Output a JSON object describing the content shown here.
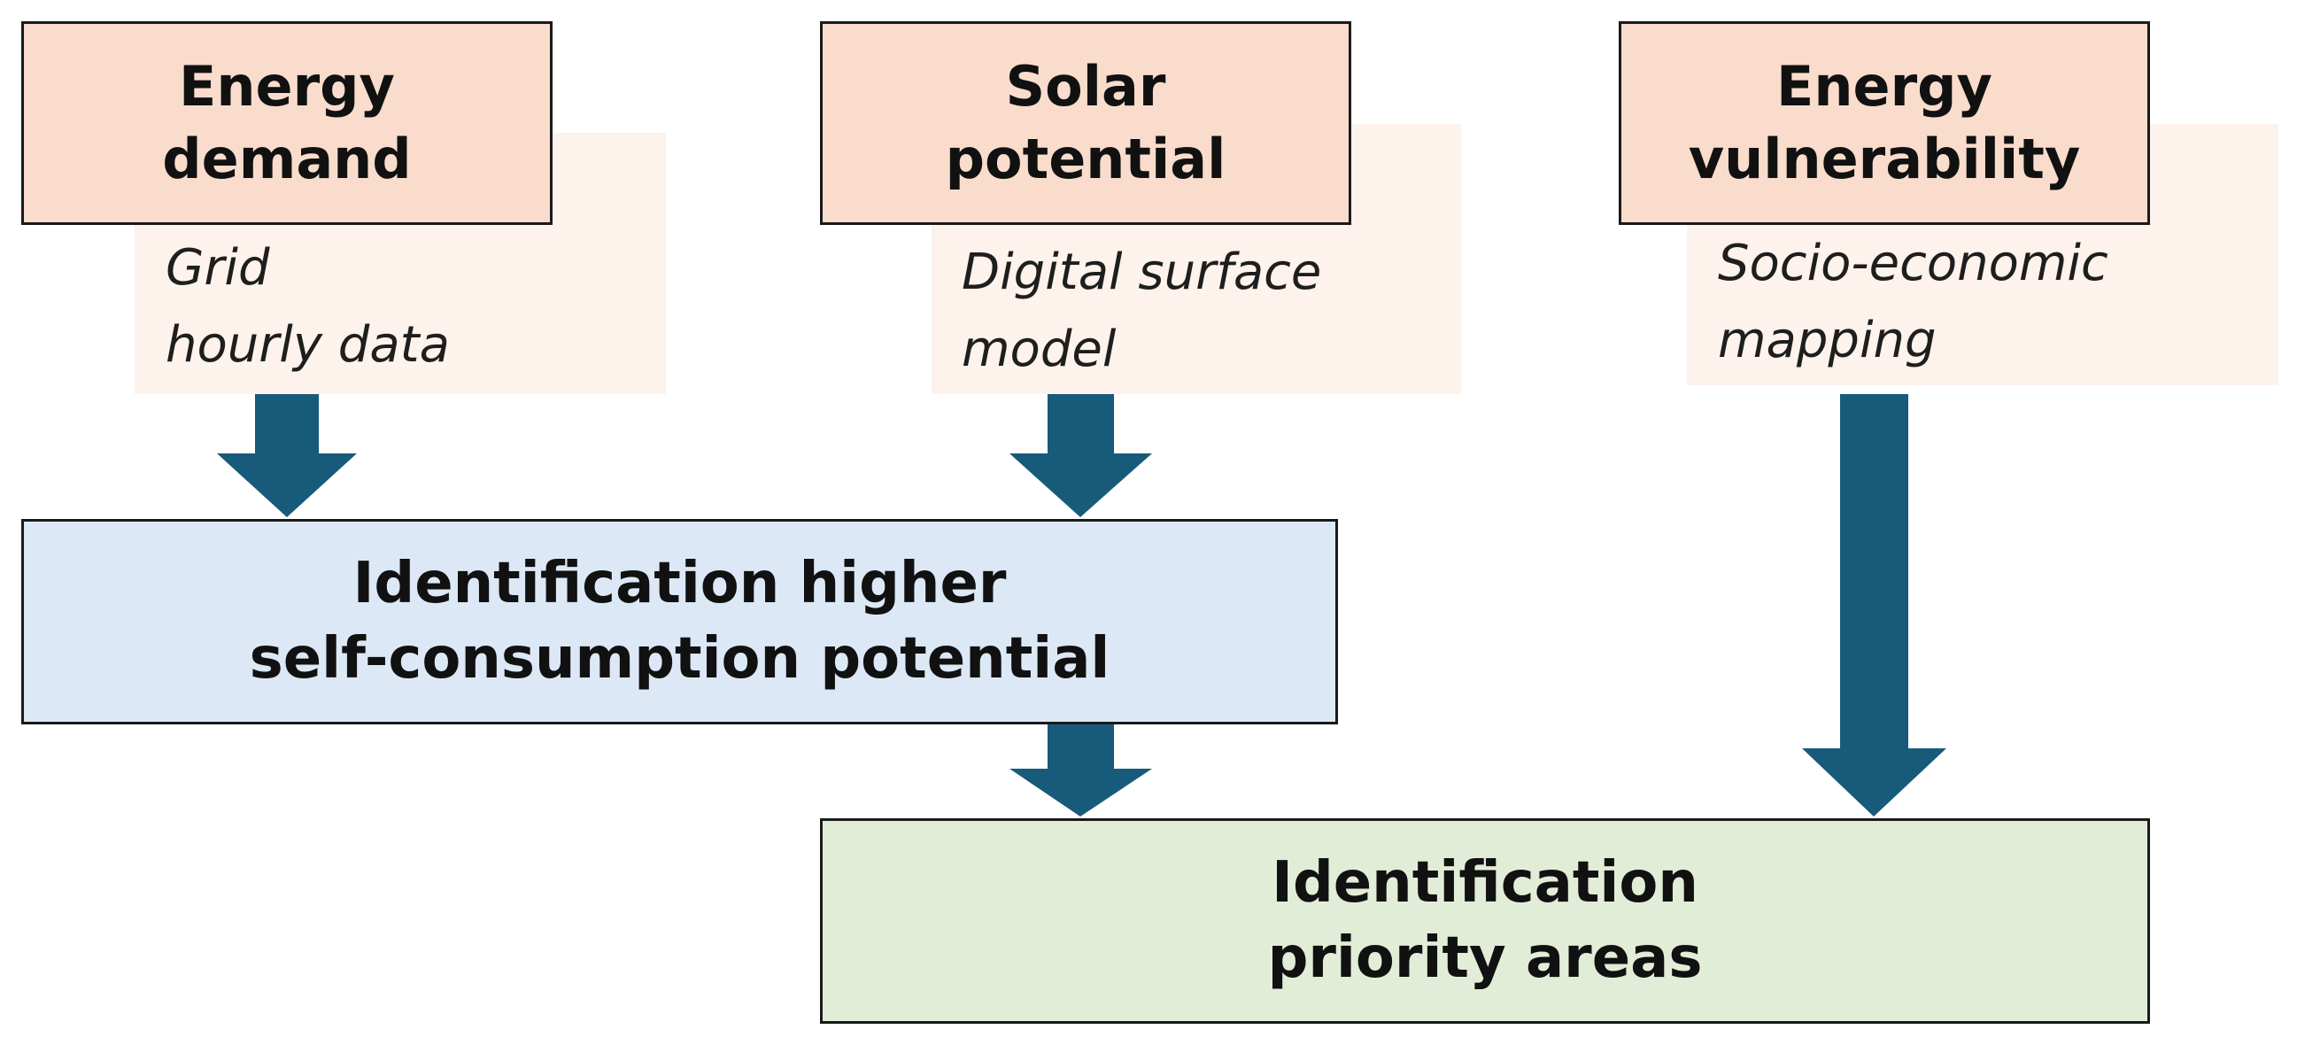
{
  "diagram": {
    "sources": [
      {
        "title_line1": "Energy",
        "title_line2": "demand",
        "note_line1": "Grid",
        "note_line2": "hourly data"
      },
      {
        "title_line1": "Solar",
        "title_line2": "potential",
        "note_line1": "Digital surface",
        "note_line2": "model"
      },
      {
        "title_line1": "Energy",
        "title_line2": "vulnerability",
        "note_line1": "Socio-economic",
        "note_line2": "mapping"
      }
    ],
    "intermediate": {
      "line1": "Identification higher",
      "line2": "self-consumption potential"
    },
    "result": {
      "line1": "Identification",
      "line2": "priority areas"
    },
    "colors": {
      "source_fill": "#f9dccc",
      "note_fill": "#fdf2ec",
      "intermediate_fill": "#dce8f5",
      "result_fill": "#e2edd8",
      "arrow_fill": "#185a7a",
      "border": "#1a1a1a"
    }
  }
}
